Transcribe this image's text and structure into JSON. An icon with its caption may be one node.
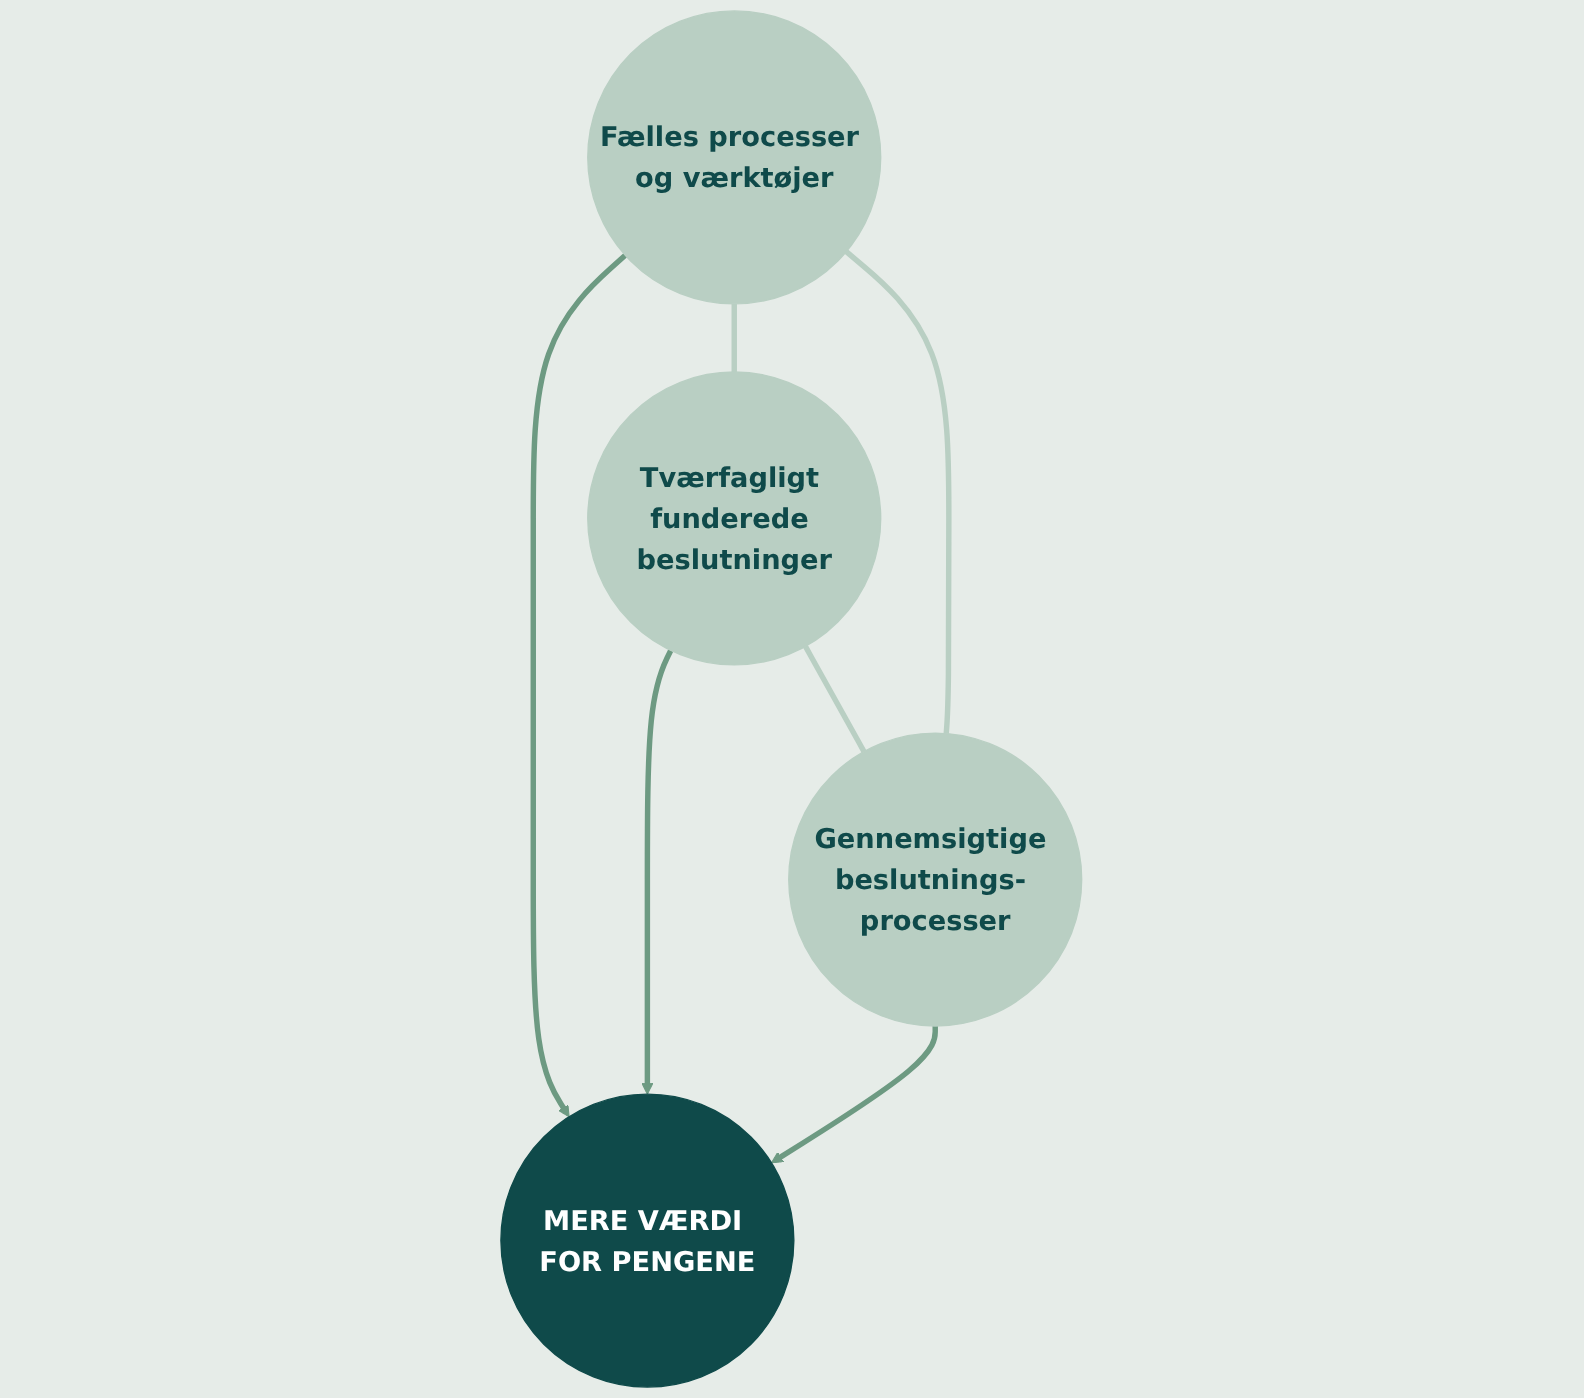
{
  "diagram": {
    "nodes": [
      {
        "text": [
          "Fælles processer og værktøjer"
        ]
      },
      {
        "text": [
          "MERE VÆRDI FOR PENGENE"
        ]
      },
      {
        "text": [
          "Tværfagligt funderede beslutninger"
        ]
      },
      {
        "text": [
          "Gennemsigtige beslutnings- processer"
        ]
      }
    ],
    "edges": [
      {
        "from": 0,
        "to": 1,
        "arrow": "to"
      },
      {
        "from": 2,
        "to": 1,
        "arrow": "to"
      },
      {
        "from": 3,
        "to": 1,
        "arrow": "to"
      },
      {
        "from": 0,
        "to": 2,
        "arrow": "none",
        "color": "#b9cfc3"
      },
      {
        "from": 0,
        "to": 3,
        "arrow": "none",
        "color": "#b9cfc3"
      },
      {
        "from": 2,
        "to": 3,
        "arrow": "none",
        "color": "#b9cfc3"
      }
    ]
  }
}
